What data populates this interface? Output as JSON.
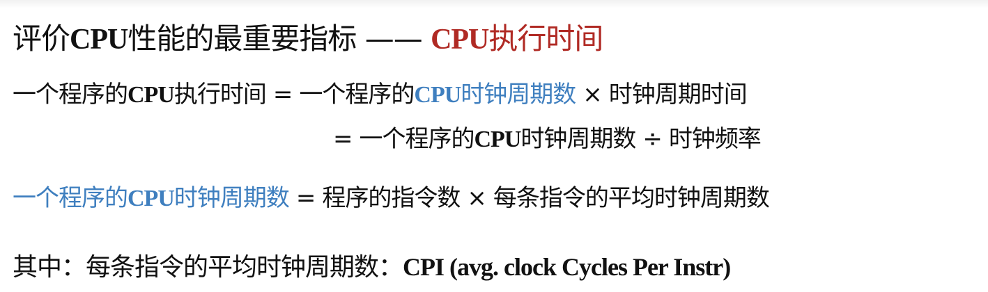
{
  "slide": {
    "title": {
      "prefix_1": "评价",
      "prefix_cpu": "CPU",
      "prefix_2": "性能的最重要指标",
      "dash": " —— ",
      "highlight_cpu": "CPU",
      "highlight_text": "执行时间",
      "highlight_color": "#b02a24"
    },
    "formula1": {
      "lhs_1": "一个程序的",
      "lhs_cpu": "CPU",
      "lhs_2": "执行时间",
      "eq": "=",
      "rhs_1": "一个程序的",
      "rhs_cpu": "CPU",
      "rhs_2": "时钟周期数",
      "op": "×",
      "rhs_3": "时钟周期时间",
      "accent_color": "#3f7fbf"
    },
    "formula2": {
      "eq": "=",
      "rhs_1": "一个程序的",
      "rhs_cpu": "CPU",
      "rhs_2": "时钟周期数",
      "op": "÷",
      "rhs_3": "时钟频率"
    },
    "formula3": {
      "lhs_1": "一个程序的",
      "lhs_cpu": "CPU",
      "lhs_2": "时钟周期数",
      "eq": "=",
      "rhs_1": "程序的指令数",
      "op": "×",
      "rhs_2": "每条指令的平均时钟周期数",
      "accent_color": "#3f7fbf"
    },
    "note": {
      "label": "其中：每条指令的平均时钟周期数：",
      "term": "CPI (avg. clock Cycles Per Instr)"
    }
  }
}
